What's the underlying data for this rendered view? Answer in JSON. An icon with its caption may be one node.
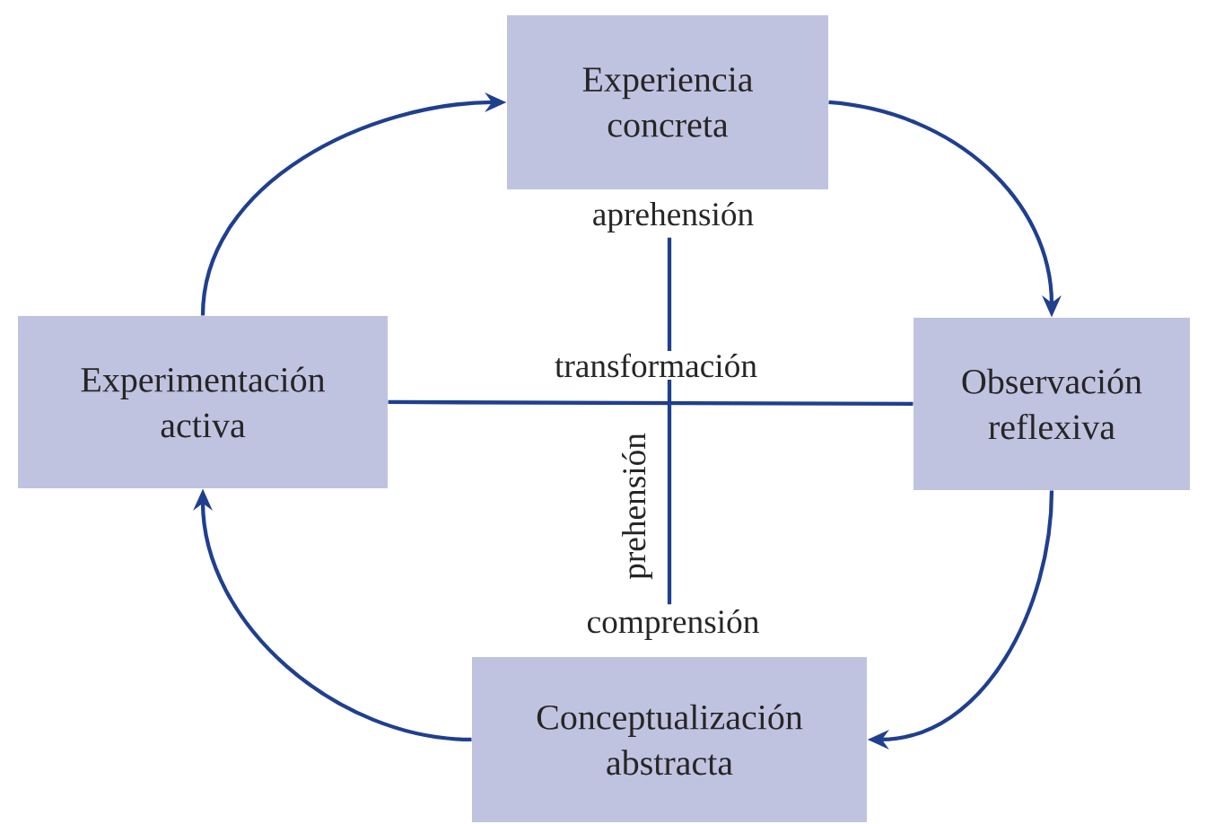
{
  "diagram": {
    "nodes": [
      {
        "text": [
          "Experiencia concreta"
        ]
      },
      {
        "text": [
          "Experimentación activa"
        ]
      },
      {
        "text": [
          "Observación reflexiva"
        ]
      },
      {
        "text": [
          "Conceptualización abstracta"
        ]
      },
      {
        "text": [
          "aprehensión"
        ]
      },
      {
        "text": [
          "comprensión"
        ]
      }
    ],
    "edges": [
      {
        "from": 0,
        "to": 2,
        "arrow": "to"
      },
      {
        "from": 2,
        "to": 3,
        "arrow": "to"
      },
      {
        "from": 3,
        "to": 1,
        "arrow": "to"
      },
      {
        "from": 1,
        "to": 0,
        "arrow": "to"
      },
      {
        "from": 1,
        "to": 2,
        "arrow": "none",
        "label": "transformación"
      },
      {
        "from": 4,
        "to": 5,
        "arrow": "none",
        "label": "prehensión"
      }
    ]
  }
}
